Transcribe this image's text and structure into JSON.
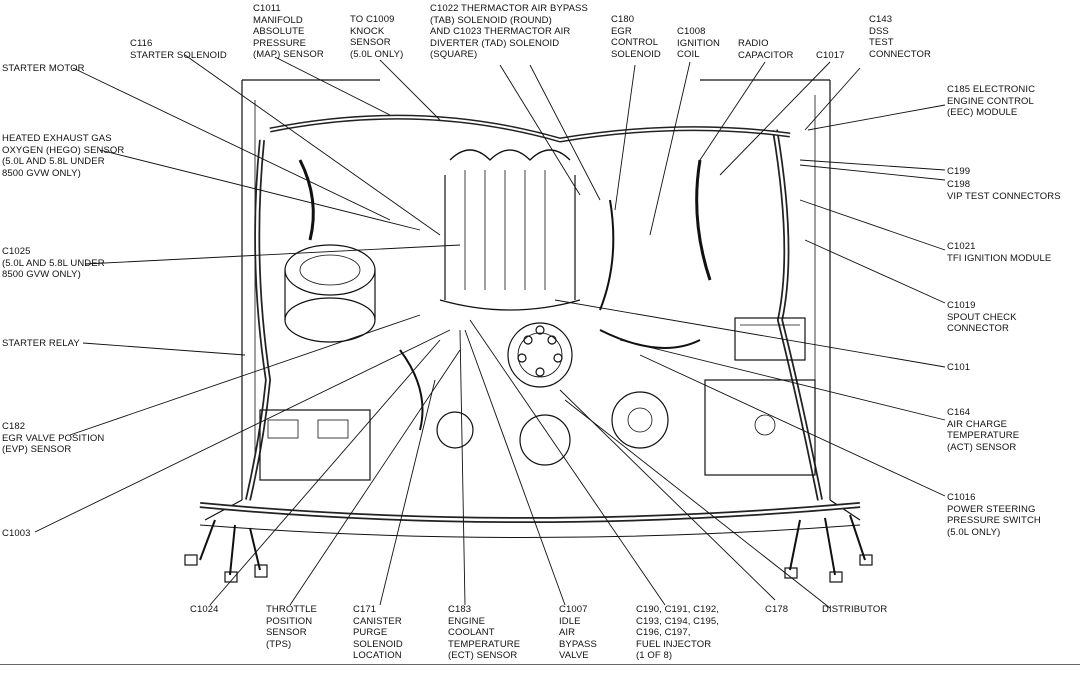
{
  "diagram": {
    "labels": [
      {
        "id": "c1011",
        "text": "C1011\nMANIFOLD\nABSOLUTE\nPRESSURE\n(MAP) SENSOR"
      },
      {
        "id": "c1009",
        "text": "TO C1009\nKNOCK\nSENSOR\n(5.0L ONLY)"
      },
      {
        "id": "c1022",
        "text": "C1022 THERMACTOR AIR BYPASS\n(TAB) SOLENOID (ROUND)\nAND C1023 THERMACTOR AIR\nDIVERTER (TAD) SOLENOID\n(SQUARE)"
      },
      {
        "id": "c180",
        "text": "C180\nEGR\nCONTROL\nSOLENOID"
      },
      {
        "id": "c1008",
        "text": "C1008\nIGNITION\nCOIL"
      },
      {
        "id": "radio",
        "text": "RADIO\nCAPACITOR"
      },
      {
        "id": "c1017",
        "text": "C1017"
      },
      {
        "id": "c143",
        "text": "C143\nDSS\nTEST\nCONNECTOR"
      },
      {
        "id": "c116",
        "text": "C116\nSTARTER SOLENOID"
      },
      {
        "id": "starter_motor",
        "text": "STARTER MOTOR"
      },
      {
        "id": "hego",
        "text": "HEATED EXHAUST GAS\nOXYGEN (HEGO) SENSOR\n(5.0L AND 5.8L UNDER\n8500 GVW ONLY)"
      },
      {
        "id": "c1025",
        "text": "C1025\n(5.0L AND 5.8L UNDER\n8500 GVW ONLY)"
      },
      {
        "id": "starter_relay",
        "text": "STARTER RELAY"
      },
      {
        "id": "c182",
        "text": "C182\nEGR VALVE POSITION\n(EVP) SENSOR"
      },
      {
        "id": "c1003",
        "text": "C1003"
      },
      {
        "id": "c185",
        "text": "C185 ELECTRONIC\nENGINE CONTROL\n(EEC) MODULE"
      },
      {
        "id": "c199",
        "text": "C199"
      },
      {
        "id": "c198",
        "text": "C198\nVIP TEST CONNECTORS"
      },
      {
        "id": "c1021",
        "text": "C1021\nTFI IGNITION MODULE"
      },
      {
        "id": "c1019",
        "text": "C1019\nSPOUT CHECK\nCONNECTOR"
      },
      {
        "id": "c101",
        "text": "C101"
      },
      {
        "id": "c164",
        "text": "C164\nAIR CHARGE\nTEMPERATURE\n(ACT) SENSOR"
      },
      {
        "id": "c1016",
        "text": "C1016\nPOWER STEERING\nPRESSURE SWITCH\n(5.0L ONLY)"
      },
      {
        "id": "c1024",
        "text": "C1024"
      },
      {
        "id": "tps",
        "text": "THROTTLE\nPOSITION\nSENSOR\n(TPS)"
      },
      {
        "id": "c171",
        "text": "C171\nCANISTER\nPURGE\nSOLENOID\nLOCATION"
      },
      {
        "id": "c183",
        "text": "C183\nENGINE\nCOOLANT\nTEMPERATURE\n(ECT) SENSOR"
      },
      {
        "id": "c1007",
        "text": "C1007\nIDLE\nAIR\nBYPASS\nVALVE"
      },
      {
        "id": "c190",
        "text": "C190, C191, C192,\nC193, C194, C195,\nC196, C197,\nFUEL INJECTOR\n(1 OF 8)"
      },
      {
        "id": "c178",
        "text": "C178"
      },
      {
        "id": "distributor",
        "text": "DISTRIBUTOR"
      }
    ]
  }
}
